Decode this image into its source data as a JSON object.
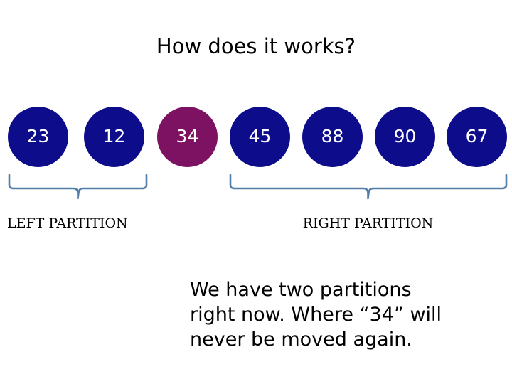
{
  "slide": {
    "title": "How does it works?",
    "background_color": "#ffffff"
  },
  "colors": {
    "node_default": "#0d0d8c",
    "node_accent": "#7d1263",
    "node_text": "#ffffff",
    "brace": "#527ea8",
    "text": "#000000"
  },
  "array": {
    "nodes": [
      {
        "value": "23",
        "color": "#0d0d8c",
        "highlighted": false
      },
      {
        "value": "12",
        "color": "#0d0d8c",
        "highlighted": false
      },
      {
        "value": "34",
        "color": "#7d1263",
        "highlighted": true
      },
      {
        "value": "45",
        "color": "#0d0d8c",
        "highlighted": false
      },
      {
        "value": "88",
        "color": "#0d0d8c",
        "highlighted": false
      },
      {
        "value": "90",
        "color": "#0d0d8c",
        "highlighted": false
      },
      {
        "value": "67",
        "color": "#0d0d8c",
        "highlighted": false
      }
    ]
  },
  "partitions": [
    {
      "label": "LEFT PARTITION",
      "brace_color": "#527ea8"
    },
    {
      "label": "RIGHT PARTITION",
      "brace_color": "#527ea8"
    }
  ],
  "body": {
    "lines": [
      "We have two partitions",
      "right now. Where “34” will",
      "never be moved again."
    ]
  }
}
